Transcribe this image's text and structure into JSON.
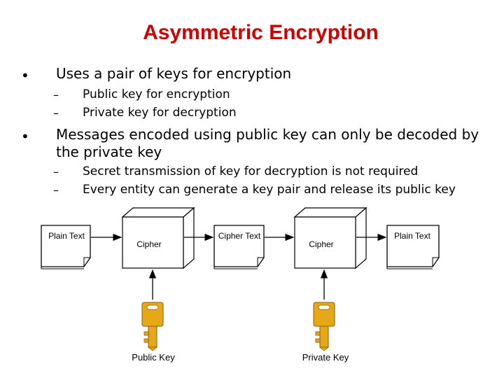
{
  "title": "Asymmetric Encryption",
  "bullets": [
    {
      "text": "Uses a pair of keys for encryption",
      "subs": [
        "Public key for encryption",
        "Private key for decryption"
      ]
    },
    {
      "text_line1": "Messages encoded using public key can only be decoded by",
      "text_line2": "the private key",
      "subs": [
        "Secret transmission of key for decryption is not required",
        "Every entity can generate a key pair and release its public key"
      ]
    }
  ],
  "diagram": {
    "doc1": "Plain Text",
    "cipher1": "Cipher",
    "doc2": "Cipher Text",
    "cipher2": "Cipher",
    "doc3": "Plain Text",
    "key1": "Public Key",
    "key2": "Private Key"
  },
  "colors": {
    "title": "#cc0000",
    "key": "#e6a817",
    "key_dark": "#b07a0c"
  },
  "icons": [
    "document-icon",
    "cube-icon",
    "key-icon",
    "arrow-icon"
  ]
}
